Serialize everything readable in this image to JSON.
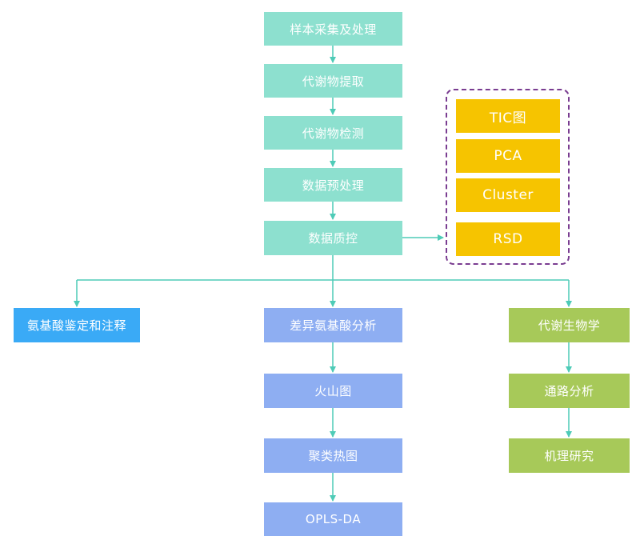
{
  "colors": {
    "connector": "#4ecbb7",
    "preprocessing": "#8de0cf",
    "analysis": "#8eaef2",
    "identification": "#3aaaf6",
    "biology": "#a7c959",
    "qc_metric": "#f6c400",
    "qc_frame": "#7a3d91"
  },
  "steps": {
    "sampling": "样本采集及处理",
    "extraction": "代谢物提取",
    "detection": "代谢物检测",
    "preprocess": "数据预处理",
    "qc": "数据质控"
  },
  "qc_metrics": [
    "TIC图",
    "PCA",
    "Cluster",
    "RSD"
  ],
  "branches": {
    "identification": "氨基酸鉴定和注释",
    "differential": "差异氨基酸分析",
    "volcano": "火山图",
    "heatmap": "聚类热图",
    "oplsda": "OPLS-DA",
    "metabolomics": "代谢生物学",
    "pathway": "通路分析",
    "mechanism": "机理研究"
  }
}
